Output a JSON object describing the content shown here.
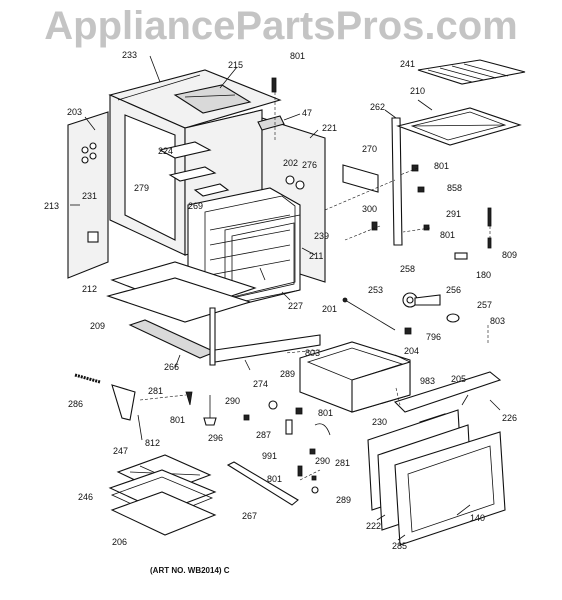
{
  "watermark": "AppliancePartsPros.com",
  "art_number": "(ART NO. WB2014) C",
  "labels": {
    "l233": "233",
    "l215": "215",
    "l801a": "801",
    "l241": "241",
    "l203": "203",
    "l47": "47",
    "l210": "210",
    "l262": "262",
    "l221": "221",
    "l224": "224",
    "l202": "202",
    "l270": "270",
    "l279": "279",
    "l276": "276",
    "l801b": "801",
    "l231": "231",
    "l269": "269",
    "l858": "858",
    "l213": "213",
    "l300": "300",
    "l291": "291",
    "l239": "239",
    "l801c": "801",
    "l211": "211",
    "l809": "809",
    "l180": "180",
    "l258": "258",
    "l212": "212",
    "l253": "253",
    "l256": "256",
    "l227": "227",
    "l201": "201",
    "l257": "257",
    "l209": "209",
    "l796": "796",
    "l803a": "803",
    "l266": "266",
    "l803b": "803",
    "l204": "204",
    "l289a": "289",
    "l983": "983",
    "l274": "274",
    "l205": "205",
    "l286": "286",
    "l281a": "281",
    "l290a": "290",
    "l801d": "801",
    "l226": "226",
    "l801e": "801",
    "l230": "230",
    "l287": "287",
    "l296": "296",
    "l812": "812",
    "l991": "991",
    "l281b": "281",
    "l247": "247",
    "l290b": "290",
    "l801f": "801",
    "l246": "246",
    "l289b": "289",
    "l267": "267",
    "l222": "222",
    "l140": "140",
    "l206": "206",
    "l285": "285"
  }
}
